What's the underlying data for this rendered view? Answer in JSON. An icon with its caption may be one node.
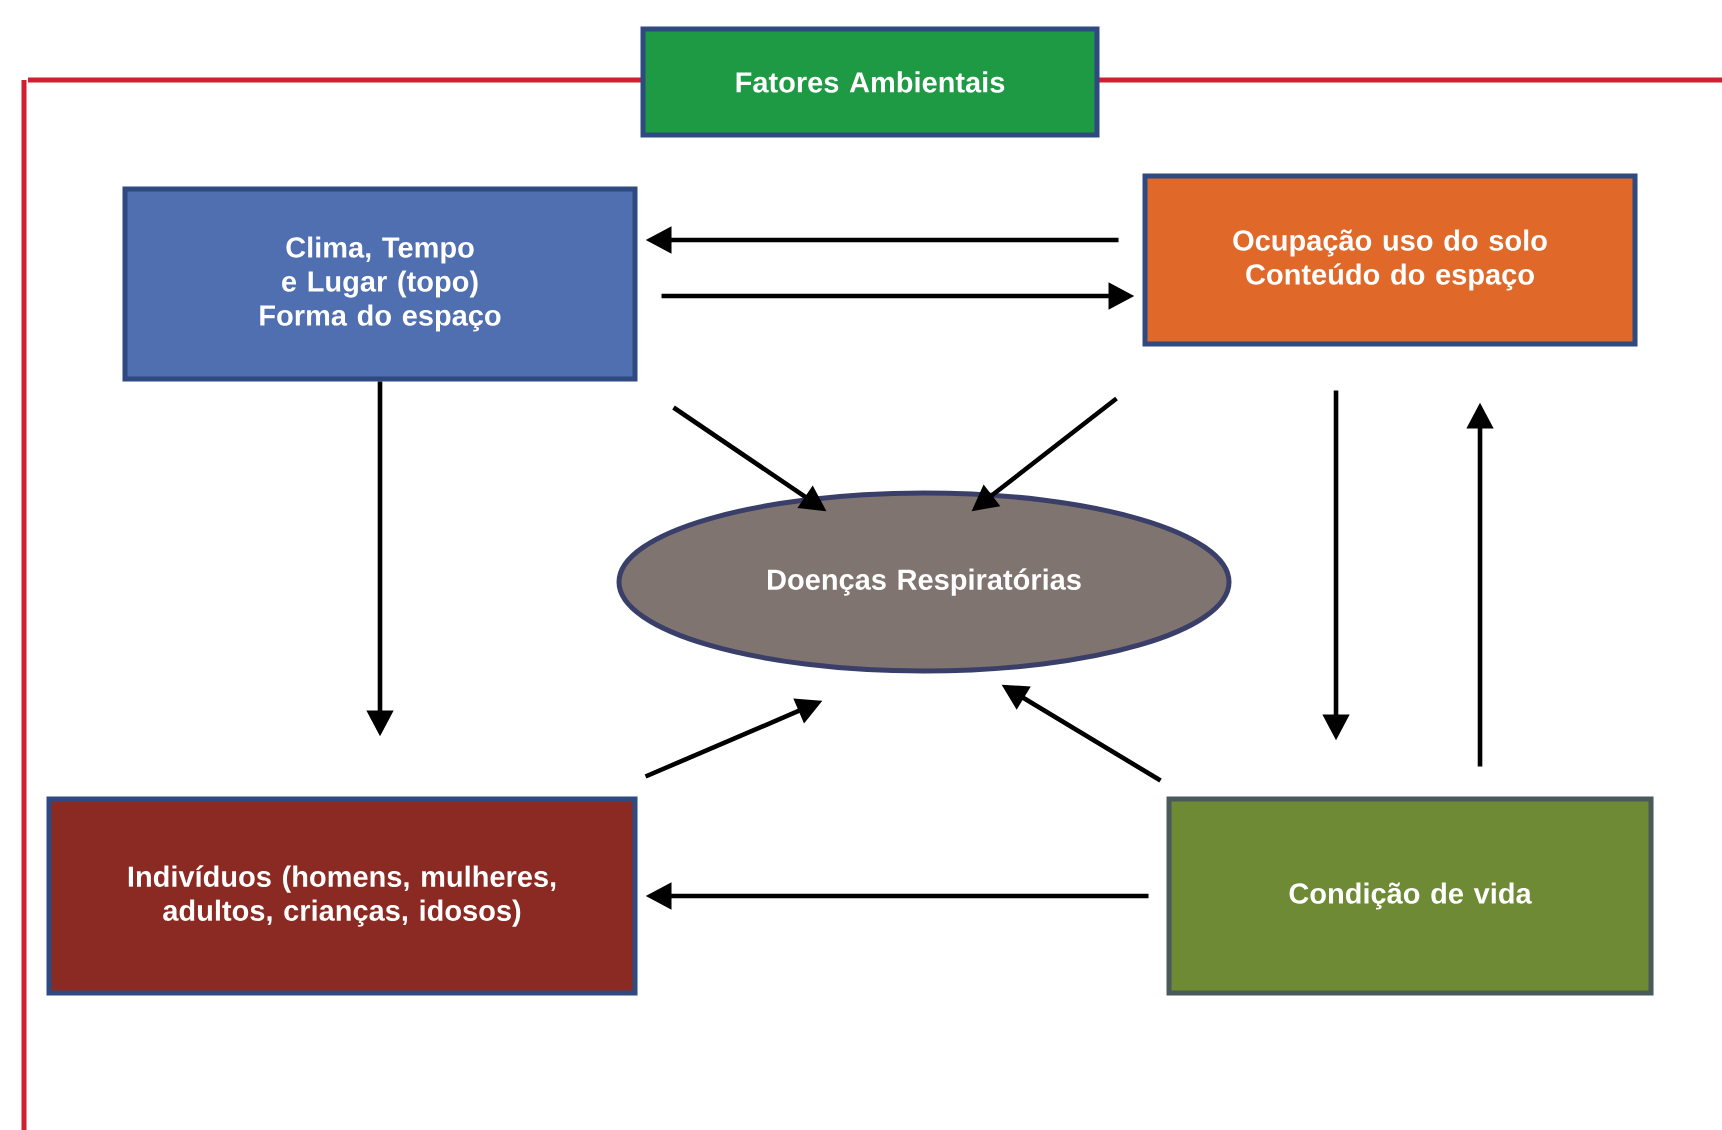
{
  "diagram": {
    "nodes": [
      {
        "text": [
          "Fatores Ambientais"
        ]
      },
      {
        "text": [
          "Clima, Tempo e Lugar (topo) Forma do espaço"
        ]
      },
      {
        "text": [
          "Ocupação uso do solo Conteúdo do espaço"
        ]
      },
      {
        "text": [
          "Doenças Respiratórias"
        ]
      },
      {
        "text": [
          "Indivíduos (homens, mulheres, adultos, crianças, idosos)"
        ]
      },
      {
        "text": [
          "Condição de vida"
        ]
      }
    ],
    "edges": [
      {
        "from": 2,
        "to": 1,
        "arrow": "to"
      },
      {
        "from": 1,
        "to": 2,
        "arrow": "to"
      },
      {
        "from": 1,
        "to": 3,
        "arrow": "to"
      },
      {
        "from": 2,
        "to": 3,
        "arrow": "to"
      },
      {
        "from": 1,
        "to": 4,
        "arrow": "to"
      },
      {
        "from": 2,
        "to": 5,
        "arrow": "to"
      },
      {
        "from": 5,
        "to": 2,
        "arrow": "to"
      },
      {
        "from": 4,
        "to": 3,
        "arrow": "to"
      },
      {
        "from": 5,
        "to": 3,
        "arrow": "to"
      },
      {
        "from": 5,
        "to": 4,
        "arrow": "to"
      }
    ]
  }
}
